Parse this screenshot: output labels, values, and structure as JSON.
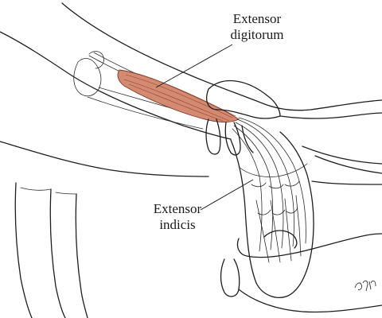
{
  "labels": {
    "extensor_digitorum_line1": "Extensor",
    "extensor_digitorum_line2": "digitorum",
    "extensor_indicis_line1": "Extensor",
    "extensor_indicis_line2": "indicis"
  },
  "colors": {
    "muscle": "#d48a70",
    "ink": "#1e1e1e",
    "background": "#ffffff"
  }
}
